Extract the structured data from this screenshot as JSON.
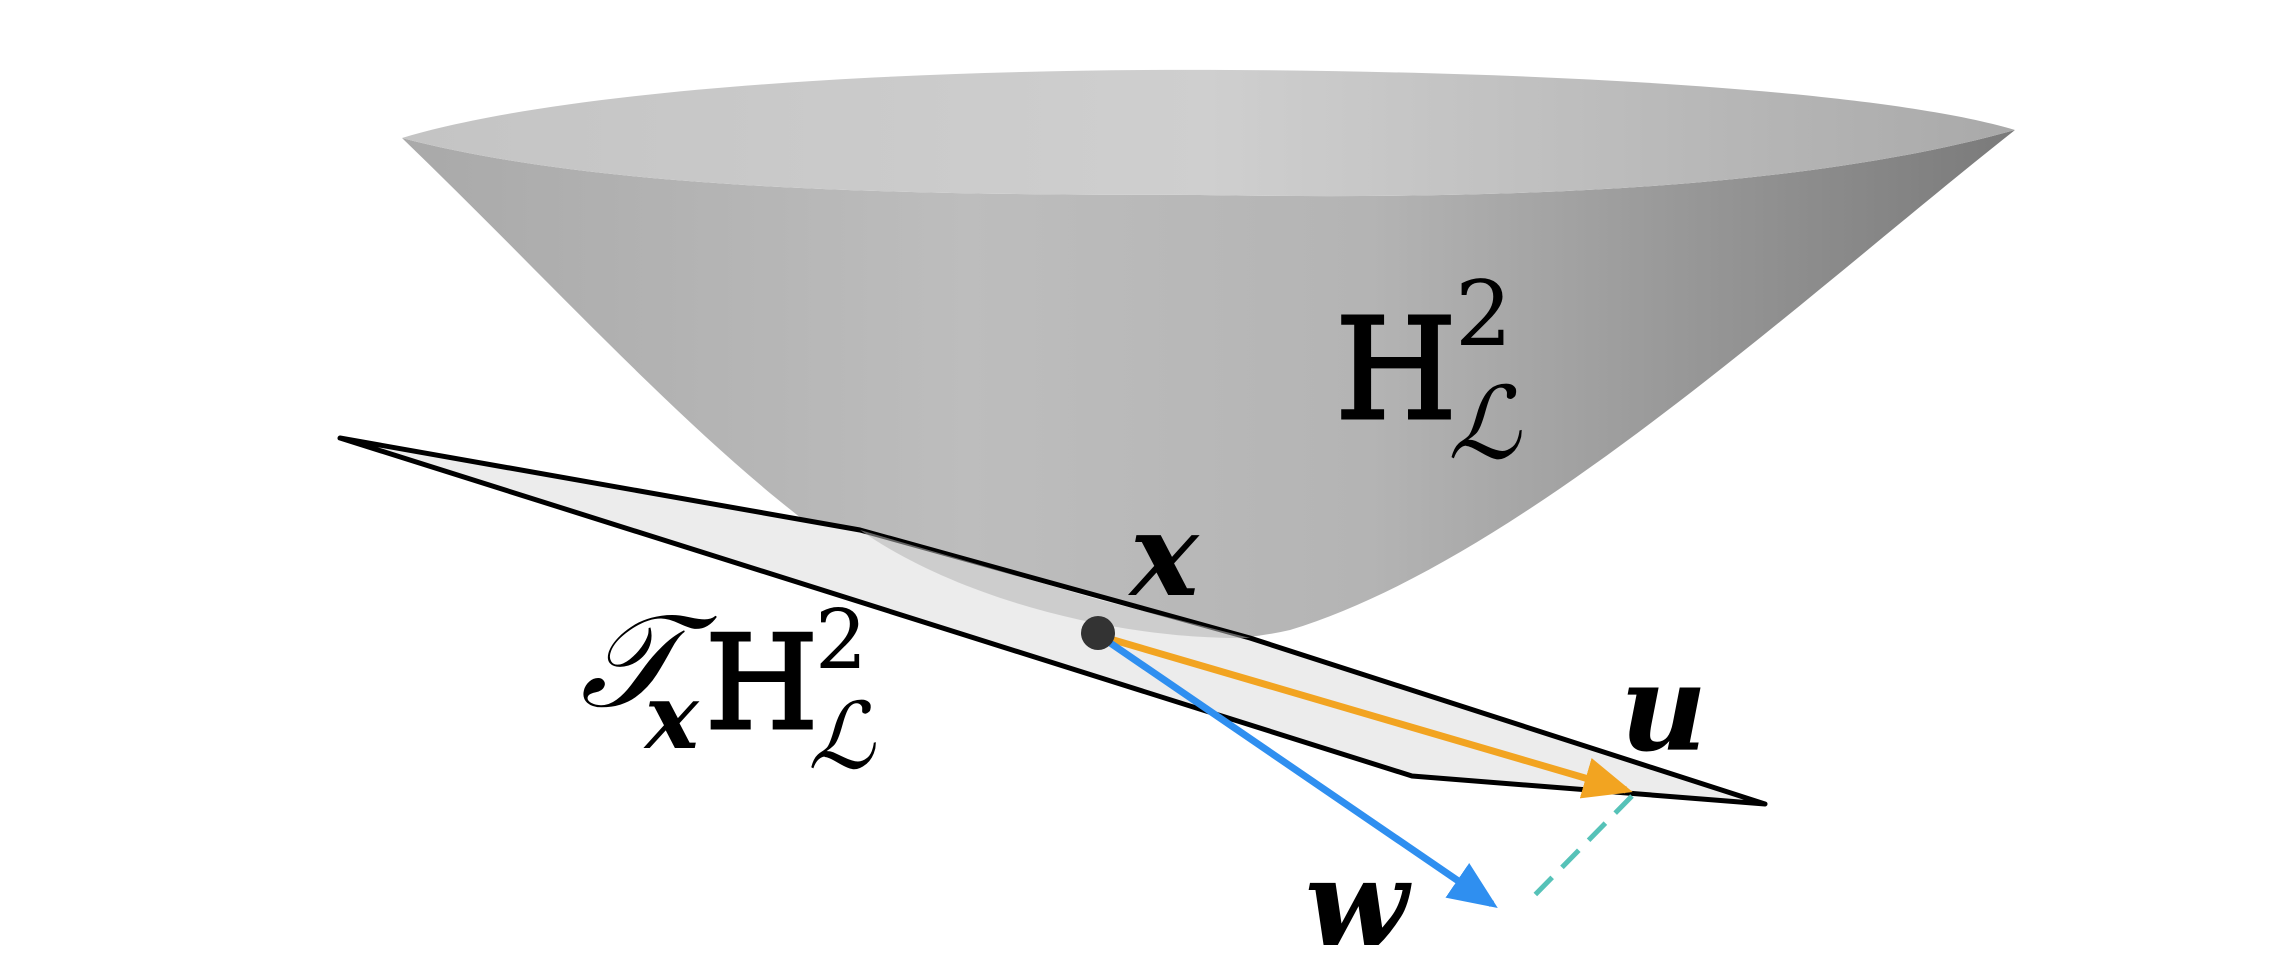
{
  "diagram": {
    "surface": {
      "letter": "H",
      "superscript": "2",
      "subscript": "ℒ"
    },
    "tangent_space": {
      "prefix": "𝒯",
      "point_subscript": "x",
      "letter": "H",
      "superscript": "2",
      "subscript": "ℒ"
    },
    "point_label": "x",
    "vector_u_label": "u",
    "vector_w_label": "w",
    "colors": {
      "surface_light": "#c6c6c6",
      "surface_dark": "#8e8e8e",
      "plane_fill": "#ececec",
      "plane_edge": "#000000",
      "vector_u": "#f2a421",
      "vector_w": "#2f8ff0",
      "projection_dash": "#56c2b8",
      "point": "#333333"
    }
  }
}
